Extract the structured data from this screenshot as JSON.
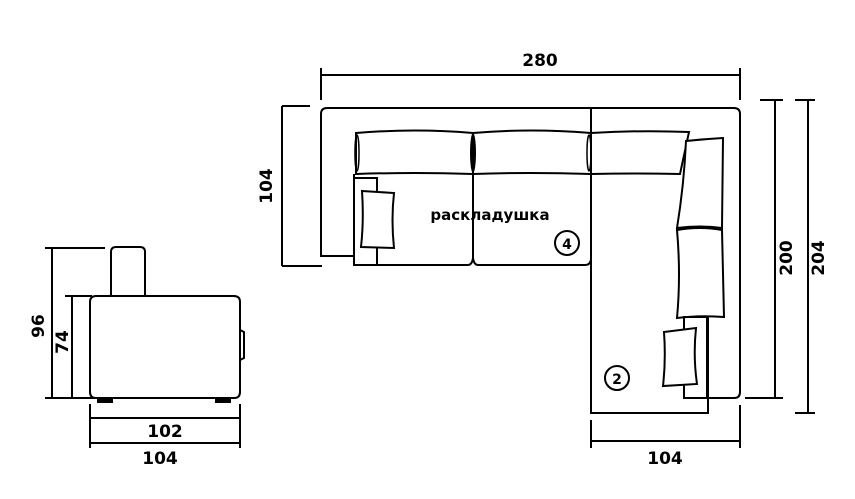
{
  "title": "Corner sofa dimensions",
  "labels": {
    "foldout": "раскладушка",
    "module_1": "4",
    "module_2": "2"
  },
  "dimensions": {
    "top_width": "280",
    "left_depth": "104",
    "right_inner_length": "200",
    "right_outer_length": "204",
    "chaise_width": "104",
    "side_height_total": "96",
    "side_height_seat": "74",
    "side_depth_inner": "102",
    "side_depth_outer": "104"
  },
  "colors": {
    "line": "#000000",
    "background": "#ffffff"
  }
}
